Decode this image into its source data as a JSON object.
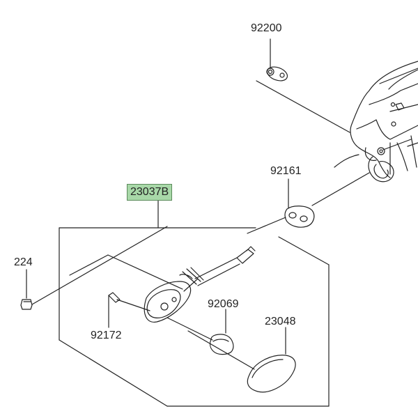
{
  "colors": {
    "line": "#222222",
    "highlight": "#a8d8a8",
    "background": "#ffffff"
  },
  "labels": {
    "p92200": "92200",
    "p92161": "92161",
    "p23037B": "23037B",
    "p224": "224",
    "p92069": "92069",
    "p23048": "23048",
    "p92172": "92172"
  }
}
